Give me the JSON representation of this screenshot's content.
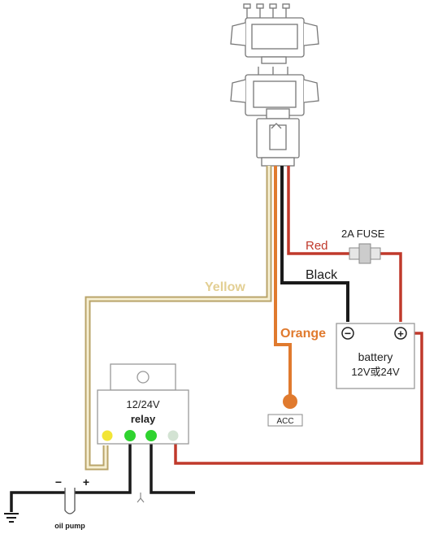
{
  "colors": {
    "yellow": "#e3cf93",
    "orange": "#e07a2e",
    "red": "#c0392b",
    "black": "#1a1a1a",
    "fuse_label_red": "#c0392b",
    "relay_led_yellow": "#f2e536",
    "relay_led_green": "#2fd32f",
    "relay_led_grey": "#d3e3d3"
  },
  "labels": {
    "fuse": "2A  FUSE",
    "red": "Red",
    "black": "Black",
    "yellow": "Yellow",
    "orange": "Orange",
    "acc": "ACC",
    "battery_title": "battery",
    "battery_voltage": "12V或24V",
    "battery_minus": "−",
    "battery_plus": "+",
    "relay_voltage": "12/24V",
    "relay_title": "relay",
    "oil_pump": "oil pump",
    "pump_minus": "−",
    "pump_plus": "+"
  }
}
